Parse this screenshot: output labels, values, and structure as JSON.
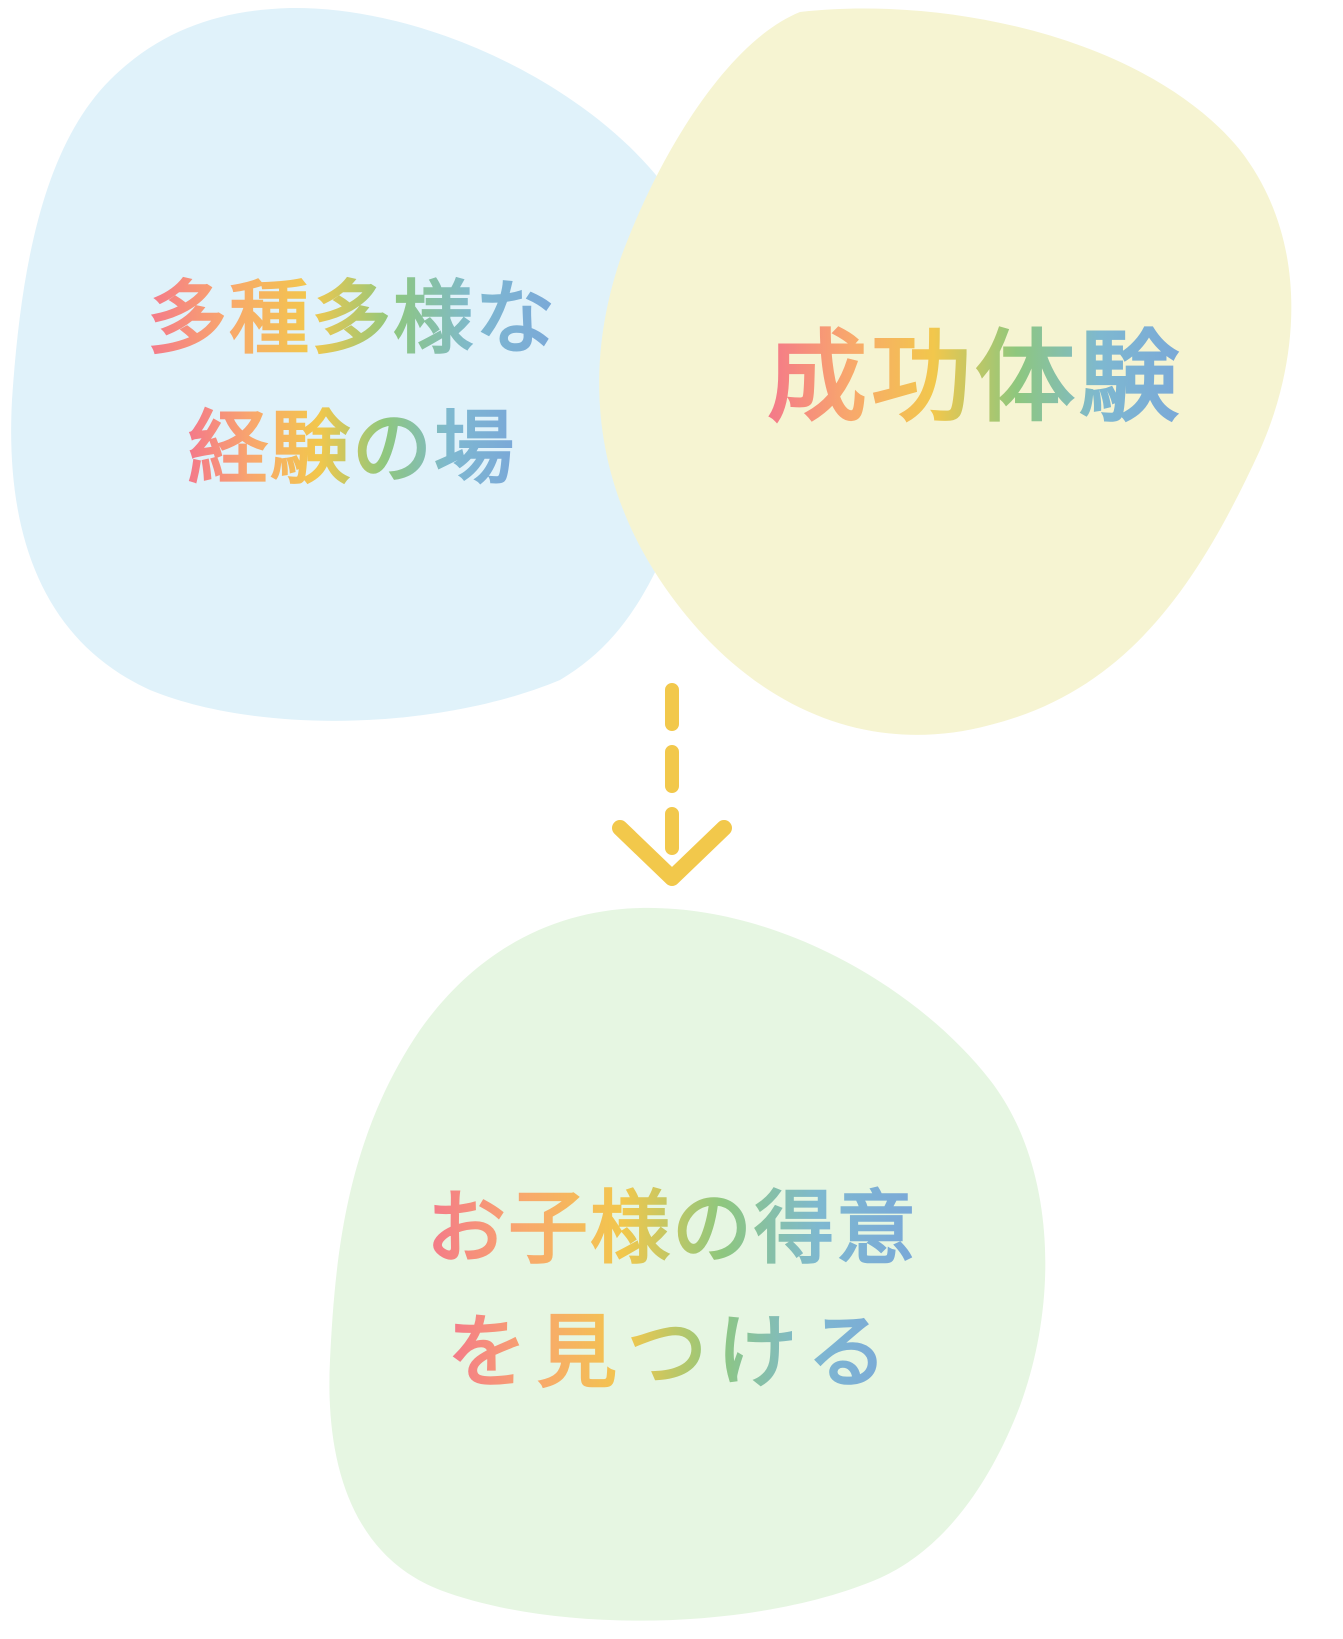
{
  "bubbles": [
    {
      "id": "diverse-experiences",
      "lines": [
        "多種多様な",
        "経験の場"
      ],
      "fill": "#e0f2fa"
    },
    {
      "id": "success-experience",
      "lines": [
        "成功体験"
      ],
      "fill": "#f6f4d2"
    },
    {
      "id": "find-strengths",
      "lines": [
        "お子様の得意",
        "を見つける"
      ],
      "fill": "#e6f6e2"
    }
  ],
  "arrow": {
    "color": "#f2c84b",
    "icon": "dashed-down-arrow-icon"
  },
  "text_gradient": [
    "#f4788a",
    "#f8a86c",
    "#f2c74c",
    "#8ec77e",
    "#7eb8d0",
    "#7aa8d8"
  ]
}
